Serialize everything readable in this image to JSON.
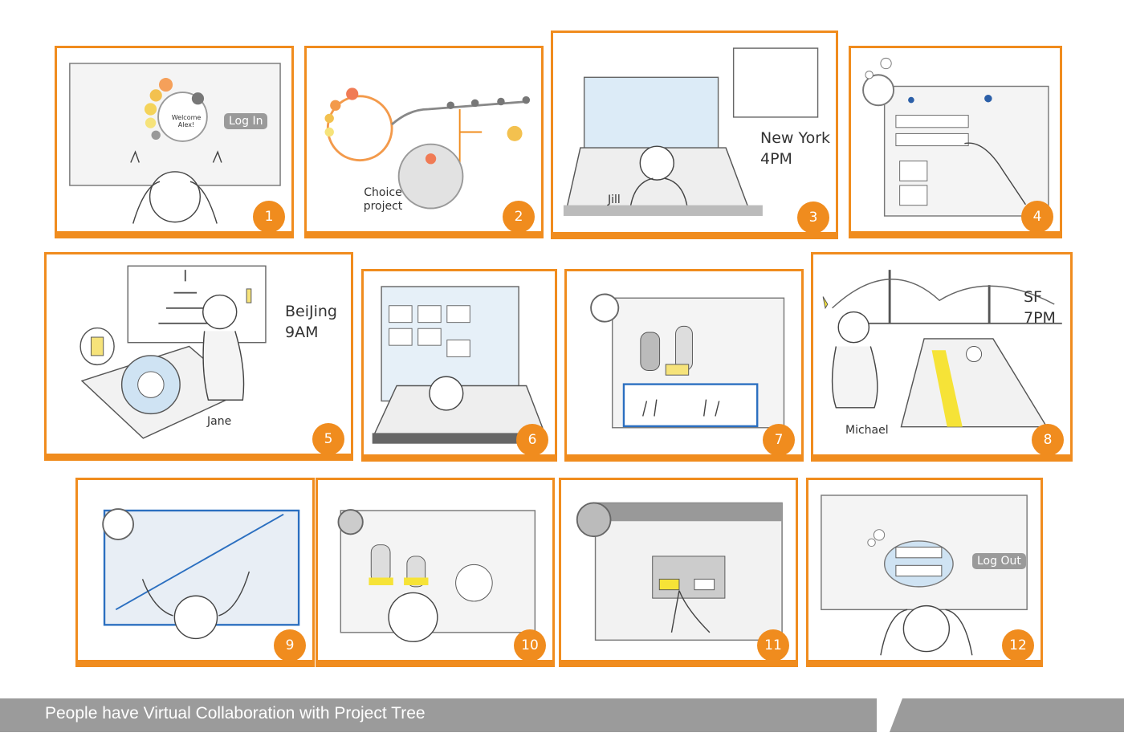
{
  "panels": [
    {
      "number": "1",
      "button": "Log In",
      "welcome": "Welcome Alex!"
    },
    {
      "number": "2",
      "caption": "Choice project"
    },
    {
      "number": "3",
      "city": "New York",
      "time": "4PM",
      "person": "Jill"
    },
    {
      "number": "4"
    },
    {
      "number": "5",
      "city": "BeiJing",
      "time": "9AM",
      "person": "Jane"
    },
    {
      "number": "6"
    },
    {
      "number": "7"
    },
    {
      "number": "8",
      "city": "SF",
      "time": "7PM",
      "person": "Michael"
    },
    {
      "number": "9"
    },
    {
      "number": "10"
    },
    {
      "number": "11"
    },
    {
      "number": "12",
      "button": "Log Out"
    }
  ],
  "footer": {
    "title": "People have Virtual Collaboration with Project Tree"
  },
  "colors": {
    "accent": "#f08c1e",
    "footer_bar": "#9b9b9b"
  }
}
